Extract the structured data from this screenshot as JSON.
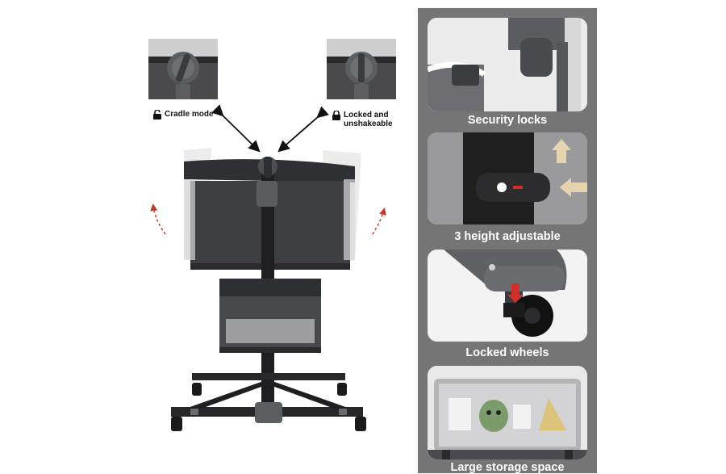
{
  "left": {
    "cradle_mode_label": "Cradle mode",
    "locked_label_line1": "Locked and",
    "locked_label_line2": "unshakeable"
  },
  "features": [
    {
      "label": "Security locks"
    },
    {
      "label": "3 height adjustable"
    },
    {
      "label": "Locked wheels"
    },
    {
      "label": "Large storage space"
    }
  ],
  "colors": {
    "panel_bg": "#757575",
    "frame_dark": "#2e2e30",
    "fabric": "#3d3d40",
    "accent_red": "#d0302a",
    "arrow_beige": "#e6d3b0"
  }
}
